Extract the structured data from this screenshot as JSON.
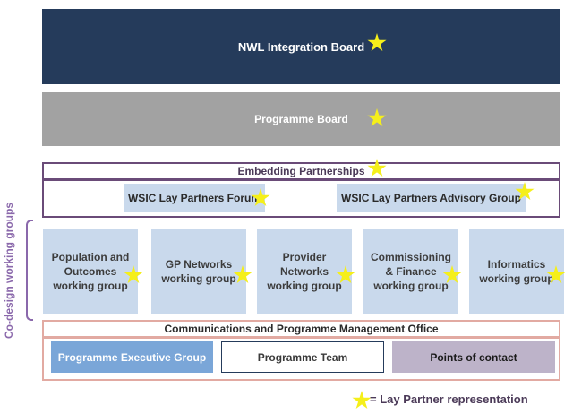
{
  "integration_board": {
    "label": "NWL Integration Board"
  },
  "programme_board": {
    "label": "Programme Board"
  },
  "embedding": {
    "title": "Embedding Partnerships",
    "forum": "WSIC Lay Partners Forum",
    "advisory": "WSIC Lay Partners Advisory Group"
  },
  "codesign": {
    "side_label": "Co-design working groups",
    "groups": [
      {
        "label": "Population and Outcomes working group"
      },
      {
        "label": "GP Networks working group"
      },
      {
        "label": "Provider Networks working group"
      },
      {
        "label": "Commissioning & Finance working group"
      },
      {
        "label": "Informatics working group"
      }
    ]
  },
  "comms": {
    "title": "Communications and Programme Management Office",
    "items": [
      {
        "label": "Programme Executive Group"
      },
      {
        "label": "Programme Team"
      },
      {
        "label": "Points of contact"
      }
    ]
  },
  "legend": {
    "text": "= Lay Partner representation"
  },
  "colors": {
    "navy": "#253b5b",
    "grey": "#a2a2a2",
    "purple": "#6a4b78",
    "light_blue": "#c9d9ec",
    "salmon": "#e2aaa2",
    "star": "#f5ef1a"
  }
}
